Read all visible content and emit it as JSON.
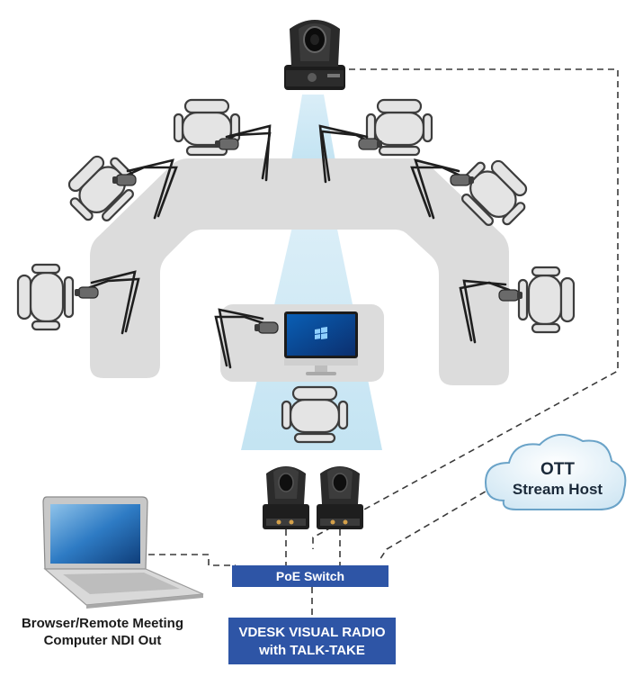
{
  "labels": {
    "poe_switch": "PoE Switch",
    "vdesk_line1": "VDESK VISUAL RADIO",
    "vdesk_line2": "with TALK-TAKE",
    "cloud_line1": "OTT",
    "cloud_line2": "Stream Host",
    "laptop_line1": "Browser/Remote Meeting",
    "laptop_line2": "Computer NDI Out"
  },
  "colors": {
    "switch_fill": "#2e55a6",
    "table_fill": "#dcdcdc",
    "beam": "#cfe7f4",
    "cable": "#3a3a3a",
    "chair_stroke": "#3d3d3d",
    "chair_fill": "#e4e4e4"
  },
  "icons": {
    "ptz_camera": "ptz-camera-icon",
    "monitor": "monitor-icon",
    "laptop": "laptop-icon",
    "cloud": "cloud-icon",
    "chair": "chair-icon",
    "mic_arm": "microphone-boom-arm-icon"
  }
}
